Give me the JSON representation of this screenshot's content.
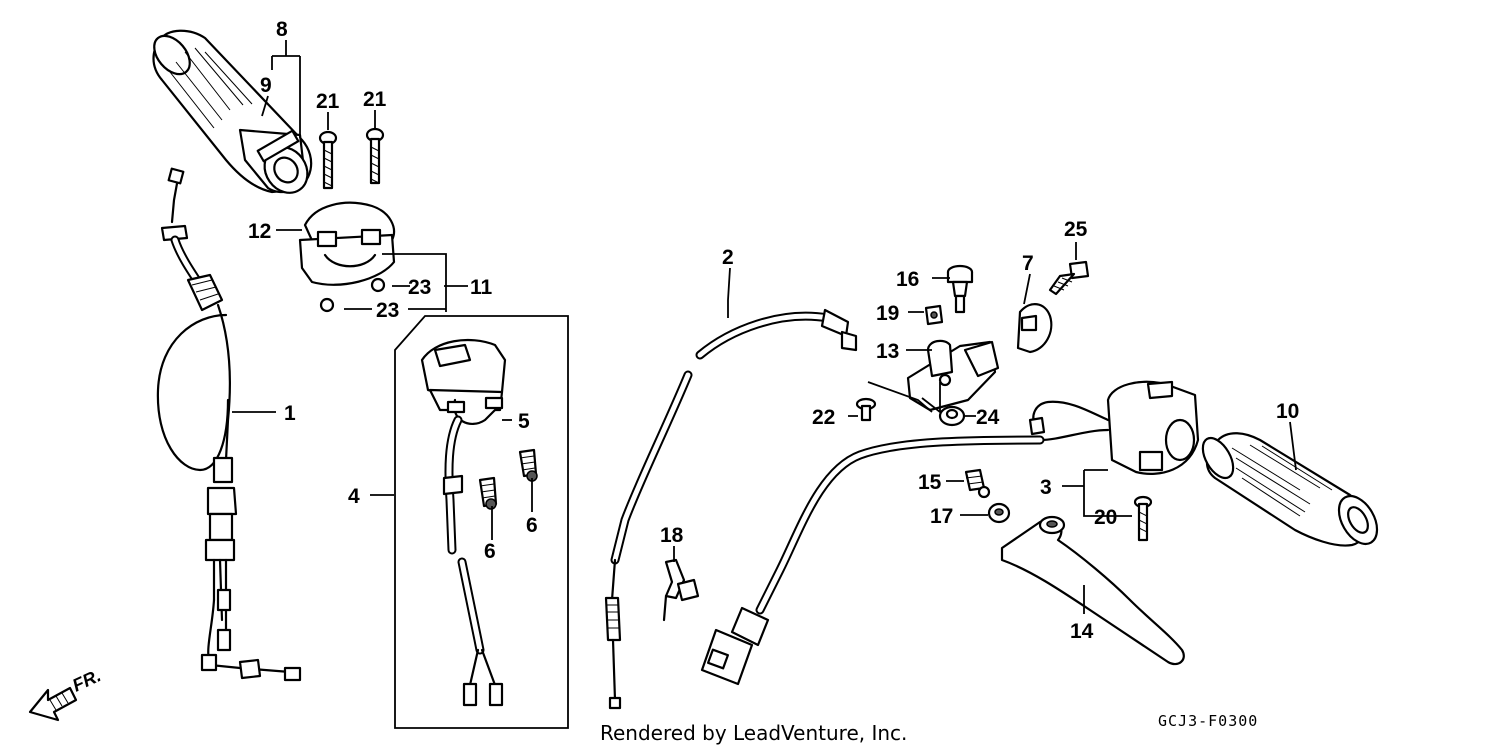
{
  "callouts": {
    "n1": "1",
    "n2": "2",
    "n3": "3",
    "n4": "4",
    "n5": "5",
    "n6a": "6",
    "n6b": "6",
    "n7": "7",
    "n8": "8",
    "n9": "9",
    "n10": "10",
    "n11": "11",
    "n12": "12",
    "n13": "13",
    "n14": "14",
    "n15": "15",
    "n16": "16",
    "n17": "17",
    "n18": "18",
    "n19": "19",
    "n20": "20",
    "n21a": "21",
    "n21b": "21",
    "n22": "22",
    "n23a": "23",
    "n23b": "23",
    "n24": "24",
    "n25": "25"
  },
  "direction_label": "FR.",
  "credit": "Rendered by LeadVenture, Inc.",
  "diagram_code": "GCJ3-F0300",
  "colors": {
    "line": "#000000",
    "background": "#ffffff"
  }
}
